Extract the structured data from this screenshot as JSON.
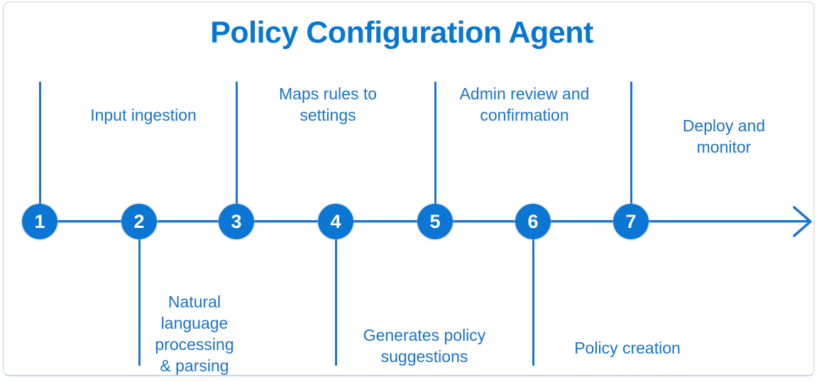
{
  "title": "Policy Configuration Agent",
  "diagram_type": "process-timeline",
  "colors": {
    "primary_blue": "#0b76d4",
    "label_blue": "#1a73cc",
    "line_blue": "#1b74d0",
    "background": "#ffffff",
    "card_border": "#e6e6e6"
  },
  "arrow_icon": "arrow-right",
  "steps": [
    {
      "number": "1",
      "label": "Input ingestion",
      "direction": "up"
    },
    {
      "number": "2",
      "label": "Natural\nlanguage\nprocessing\n& parsing",
      "direction": "down"
    },
    {
      "number": "3",
      "label": "Maps rules to\nsettings",
      "direction": "up"
    },
    {
      "number": "4",
      "label": "Generates policy\nsuggestions",
      "direction": "down"
    },
    {
      "number": "5",
      "label": "Admin review and\nconfirmation",
      "direction": "up"
    },
    {
      "number": "6",
      "label": "Policy creation",
      "direction": "down"
    },
    {
      "number": "7",
      "label": "Deploy and monitor",
      "direction": "up"
    }
  ]
}
